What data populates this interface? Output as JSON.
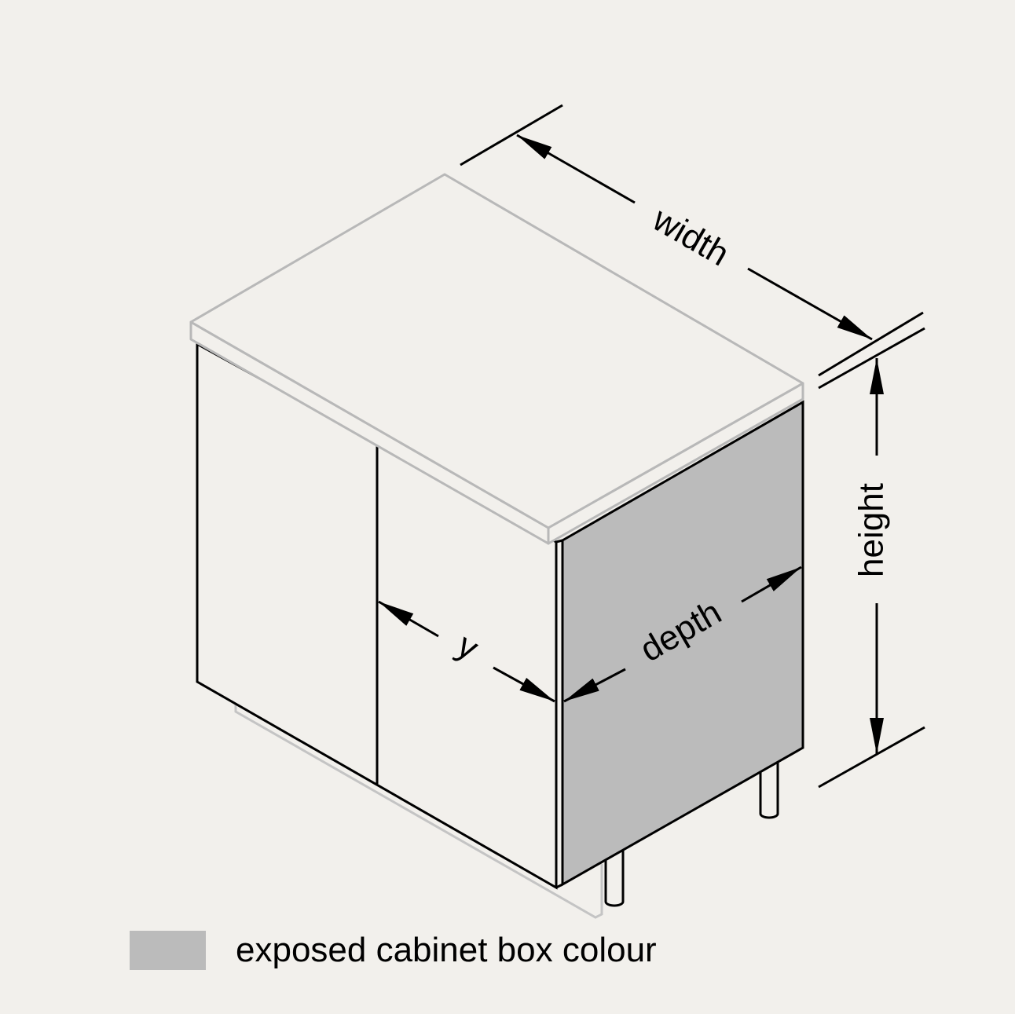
{
  "labels": {
    "width": "width",
    "height": "height",
    "depth": "depth",
    "y": "y"
  },
  "legend": {
    "label": "exposed cabinet box colour",
    "swatch_color": "#bbbbbb"
  },
  "colors": {
    "background": "#f2f0ec",
    "countertop_outline": "#b8b8b8",
    "line": "#000000",
    "exposed_panel": "#bbbbbb"
  }
}
